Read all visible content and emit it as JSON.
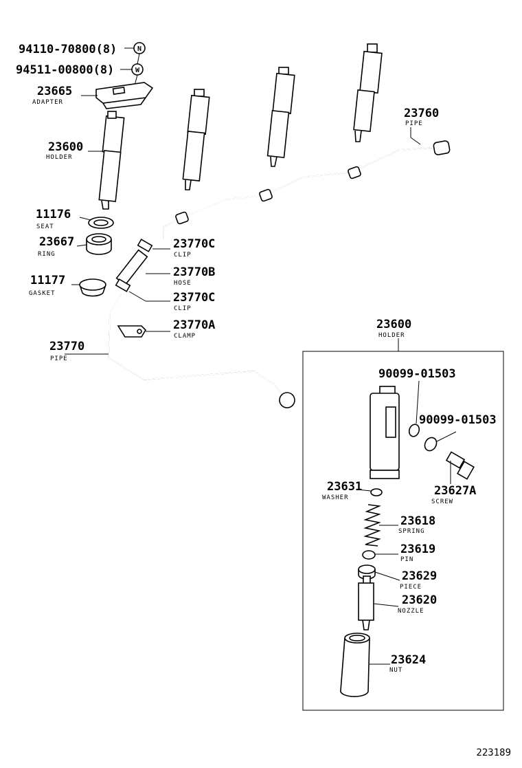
{
  "diagram_id": "223189",
  "callouts": {
    "bolt_94110": "94110-70800(8)",
    "washer_94511": "94511-00800(8)",
    "adapter_no": "23665",
    "adapter_name": "ADAPTER",
    "holder_no": "23600",
    "holder_name": "HOLDER",
    "seat_no": "11176",
    "seat_name": "SEAT",
    "ring_no": "23667",
    "ring_name": "RING",
    "gasket_no": "11177",
    "gasket_name": "GASKET",
    "clip_top_no": "23770C",
    "clip_top_name": "CLIP",
    "hose_no": "23770B",
    "hose_name": "HOSE",
    "clip_bottom_no": "23770C",
    "clip_bottom_name": "CLIP",
    "clamp_no": "23770A",
    "clamp_name": "CLAMP",
    "pipe_left_no": "23770",
    "pipe_left_name": "PIPE",
    "pipe_right_no": "23760",
    "pipe_right_name": "PIPE",
    "box_holder_no": "23600",
    "box_holder_name": "HOLDER",
    "gasket_90099_a": "90099-01503",
    "gasket_90099_b": "90099-01503",
    "washer_no": "23631",
    "washer_name": "WASHER",
    "screw_no": "23627A",
    "screw_name": "SCREW",
    "spring_no": "23618",
    "spring_name": "SPRING",
    "pin_no": "23619",
    "pin_name": "PIN",
    "piece_no": "23629",
    "piece_name": "PIECE",
    "nozzle_no": "23620",
    "nozzle_name": "NOZZLE",
    "nut_no": "23624",
    "nut_name": "NUT"
  },
  "symbols": {
    "n_symbol": "N",
    "w_symbol": "W"
  }
}
